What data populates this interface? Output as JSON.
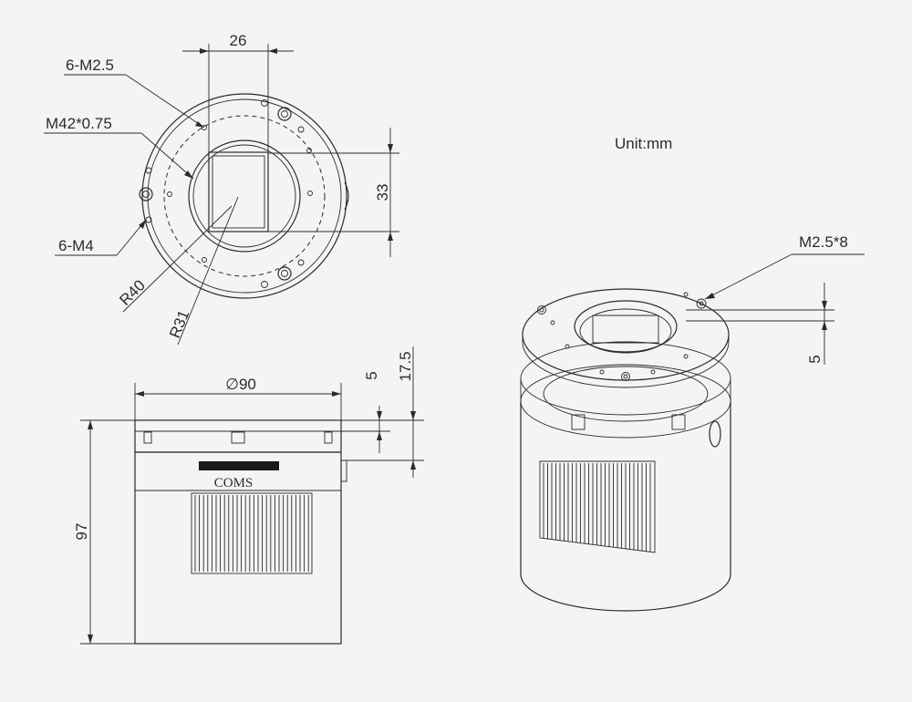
{
  "unit_label": "Unit:mm",
  "top_view": {
    "dim_width": "26",
    "dim_height": "33",
    "callout_holes_m25": "6-M2.5",
    "callout_thread": "M42*0.75",
    "callout_holes_m4": "6-M4",
    "radius_outer": "R40",
    "radius_inner": "R31"
  },
  "side_view": {
    "dim_diameter": "∅90",
    "dim_height": "97",
    "dim_flange": "5",
    "dim_sensor_depth": "17.5",
    "sensor_label": "COMS"
  },
  "iso_view": {
    "callout_screw": "M2.5*8",
    "dim_plate": "5"
  }
}
